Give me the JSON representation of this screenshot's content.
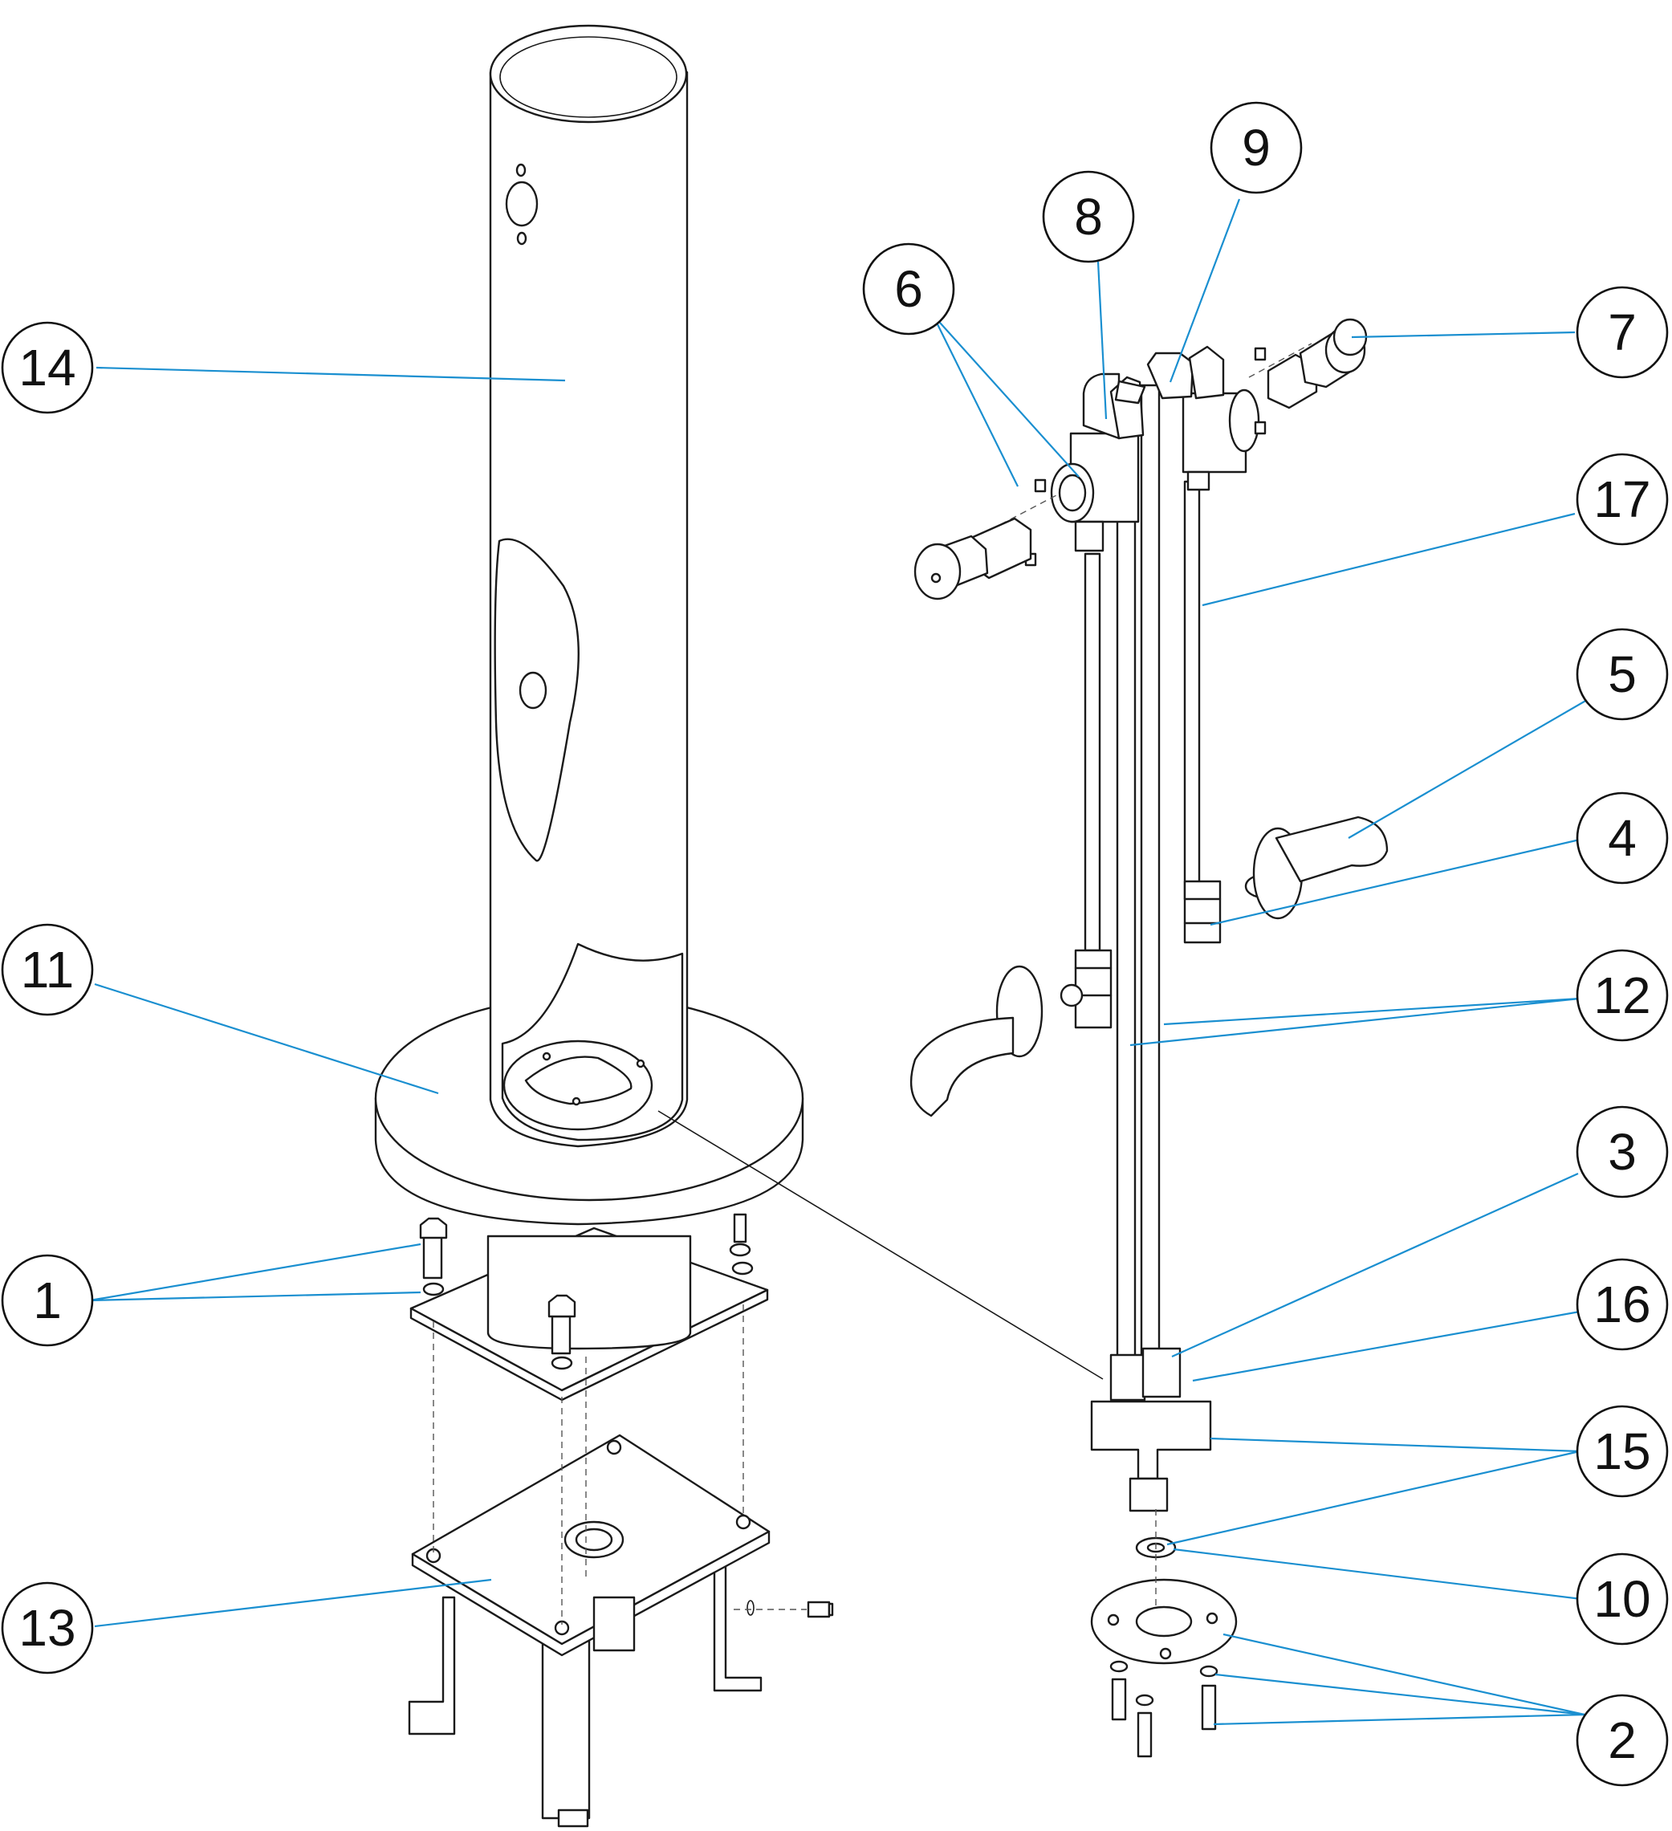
{
  "callouts": [
    {
      "label": "1"
    },
    {
      "label": "2"
    },
    {
      "label": "3"
    },
    {
      "label": "4"
    },
    {
      "label": "5"
    },
    {
      "label": "6"
    },
    {
      "label": "7"
    },
    {
      "label": "8"
    },
    {
      "label": "9"
    },
    {
      "label": "10"
    },
    {
      "label": "11"
    },
    {
      "label": "12"
    },
    {
      "label": "13"
    },
    {
      "label": "14"
    },
    {
      "label": "15"
    },
    {
      "label": "16"
    },
    {
      "label": "17"
    }
  ],
  "colors": {
    "leader": "#1a8fd0",
    "outline": "#1a1a1a",
    "background": "#ffffff"
  }
}
